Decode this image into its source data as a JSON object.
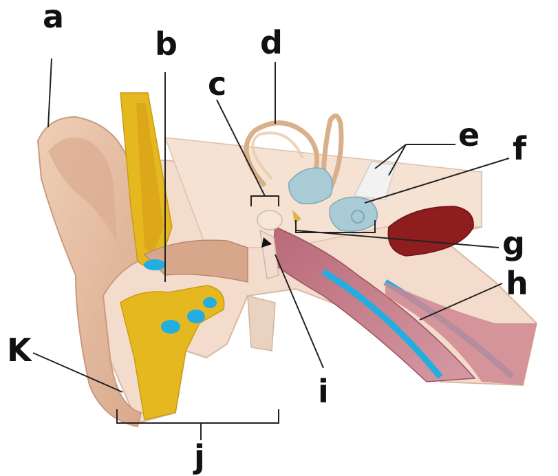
{
  "labels": {
    "a": "a",
    "b": "b",
    "c": "c",
    "d": "d",
    "e": "e",
    "f": "f",
    "g": "g",
    "h": "h",
    "i": "i",
    "j": "j",
    "k": "K"
  },
  "colors": {
    "skin": "#e8c3a8",
    "bone": "#f1d9c8",
    "cartilage": "#e5b81f",
    "canal": "#a95a6a",
    "nerve": "#22aee0",
    "inner_ear": "#a9cbd6",
    "muscle": "#8e1e1e"
  }
}
